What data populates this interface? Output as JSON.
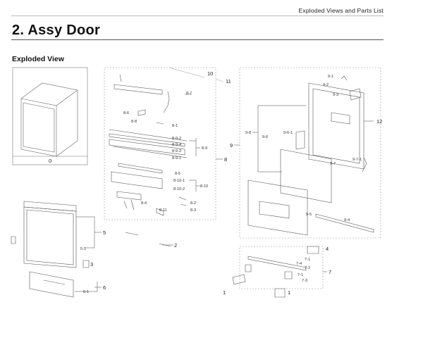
{
  "header": {
    "right_text": "Exploded Views and Parts List"
  },
  "page": {
    "title": "2.  Assy Door",
    "section": "Exploded View"
  },
  "labels": {
    "l0": "0",
    "l1a": "1",
    "l1b": "1",
    "l2": "2",
    "l3": "3",
    "l4": "4",
    "l5": "5",
    "l5_1": "5-1",
    "l6": "6",
    "l6_1": "6-1",
    "l7": "7",
    "l7_1": "7-1",
    "l7_2": "7-2",
    "l7_3": "7-3",
    "l7_4": "7-4",
    "l7_1b": "7-1",
    "l8": "8",
    "l8_1": "8-1",
    "l8_2": "8-2",
    "l8_3": "8-3",
    "l8_4": "8-4",
    "l8_5": "8-5",
    "l8_6": "8-6",
    "l8_7": "8-7",
    "l8_8": "8-8",
    "l8_9": "8-9",
    "l8_9_1": "8-9-1",
    "l8_9_2": "8-9-2",
    "l8_9_3": "8-9-3",
    "l8_9_4": "8-9-4",
    "l8_10": "8-10",
    "l8_10_1": "8-10-1",
    "l8_10_2": "8-10-2",
    "l8_11": "8-11",
    "l9": "9",
    "l9_1": "9-1",
    "l9_2": "9-2",
    "l9_3": "9-3",
    "l9_4": "9-4",
    "l9_5": "9-5",
    "l9_6": "9-6",
    "l9_6_1": "9-6-1",
    "l9_7": "9-7",
    "l9_7_1": "9-7-1",
    "l9_8": "9-8",
    "l10": "10",
    "l11": "11",
    "l12": "12"
  }
}
